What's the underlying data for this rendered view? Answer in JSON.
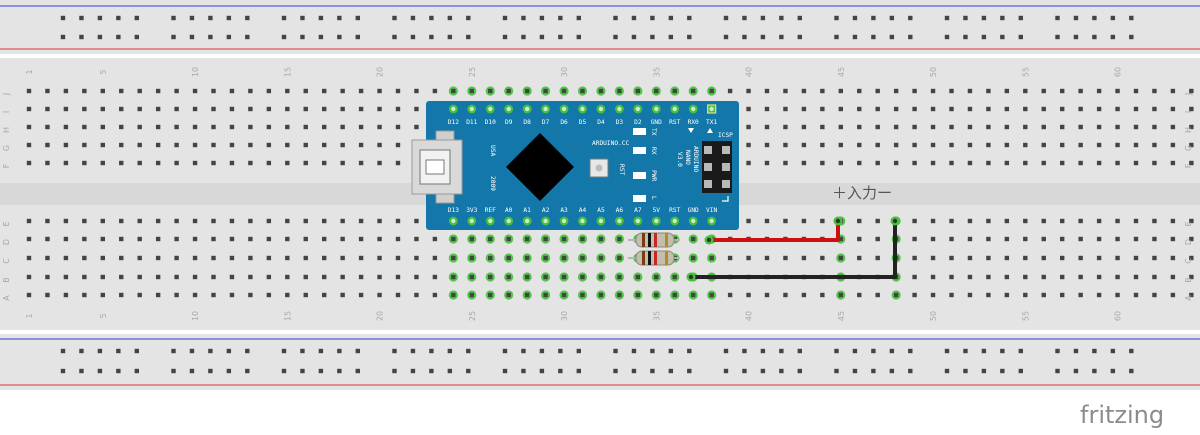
{
  "breadboard": {
    "row_letters_top": [
      "J",
      "I",
      "H",
      "G",
      "F"
    ],
    "row_letters_bottom": [
      "E",
      "D",
      "C",
      "B",
      "A"
    ],
    "column_numbers": [
      "1",
      "5",
      "10",
      "15",
      "20",
      "25",
      "30",
      "35",
      "40",
      "45",
      "50",
      "55",
      "60"
    ]
  },
  "arduino": {
    "top_pins": [
      "D12",
      "D11",
      "D10",
      "D9",
      "D8",
      "D7",
      "D6",
      "D5",
      "D4",
      "D3",
      "D2",
      "GND",
      "RST",
      "RX0",
      "TX1"
    ],
    "bottom_pins": [
      "D13",
      "3V3",
      "REF",
      "A0",
      "A1",
      "A2",
      "A3",
      "A4",
      "A5",
      "A6",
      "A7",
      "5V",
      "RST",
      "GND",
      "VIN"
    ],
    "usb_label": "USA",
    "year_label": "2009",
    "brand_label": "ARDUINO.CC",
    "model_lines": [
      "ARDUINO",
      "NANO",
      "V3.0"
    ],
    "icsp_label": "ICSP",
    "reset_label": "RST",
    "led_labels": [
      "TX",
      "RX",
      "PWR",
      "L"
    ]
  },
  "annotation": "＋入力ー",
  "logo": "fritzing",
  "colors": {
    "board": "#e4e4e4",
    "arduino": "#1378a9",
    "wire_red": "#cc1010",
    "wire_black": "#222222",
    "rail_red": "#d23a3a",
    "rail_blue": "#3a3ad6",
    "green_hole": "#45c13a"
  }
}
